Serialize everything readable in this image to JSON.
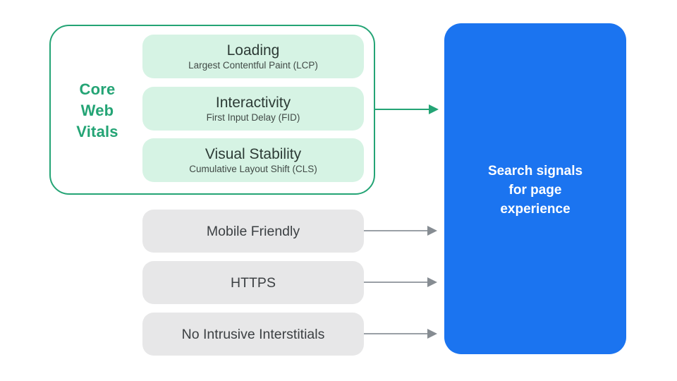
{
  "diagram": {
    "core_web_vitals": {
      "label_lines": [
        "Core",
        "Web",
        "Vitals"
      ],
      "items": [
        {
          "title": "Loading",
          "subtitle": "Largest Contentful Paint (LCP)"
        },
        {
          "title": "Interactivity",
          "subtitle": "First Input Delay (FID)"
        },
        {
          "title": "Visual Stability",
          "subtitle": "Cumulative Layout Shift (CLS)"
        }
      ]
    },
    "other_signals": [
      "Mobile Friendly",
      "HTTPS",
      "No Intrusive Interstitials"
    ],
    "result_lines": [
      "Search signals",
      "for page",
      "experience"
    ]
  },
  "colors": {
    "green_accent": "#24A475",
    "green_fill": "#D6F3E4",
    "gray_fill": "#E7E7E8",
    "blue_fill": "#1B74F0",
    "title_text": "#2D3B36",
    "subtitle_text": "#414A46",
    "signal_text": "#3C4043",
    "arrow_gray": "#9AA0A6",
    "result_text": "#FFFFFF"
  }
}
